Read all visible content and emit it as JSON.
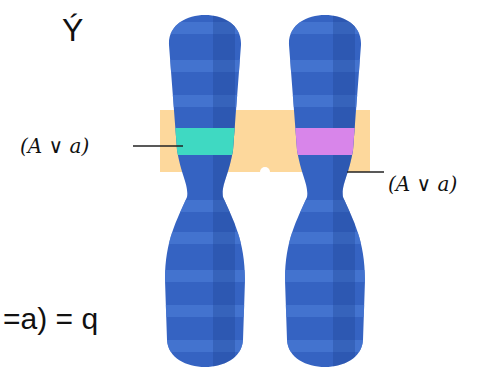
{
  "diagram": {
    "labels": [
      "Ý",
      "(A ∨ a)",
      "(A ∨ a)",
      "=a) = q"
    ]
  }
}
